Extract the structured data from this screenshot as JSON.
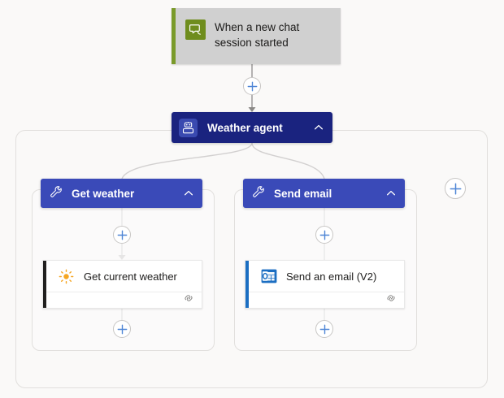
{
  "canvas": {
    "background_color": "#faf9f8",
    "connector_color": "#979593"
  },
  "trigger": {
    "title": "When a new chat session started",
    "icon": "chat-bubble-icon",
    "icon_bg_color": "#6f8d1d",
    "accent_color": "#7a9a2a",
    "card_bg_color": "#d0d0d0"
  },
  "agent": {
    "label": "Weather agent",
    "icon": "robot-icon",
    "collapse_icon": "chevron-up-icon",
    "bg_color": "#1a237f",
    "icon_bg_color": "#3a4ab0"
  },
  "tools": [
    {
      "label": "Get weather",
      "icon": "wrench-icon",
      "collapse_icon": "chevron-up-icon",
      "bg_color": "#3a4ab8",
      "action": {
        "title": "Get current weather",
        "icon": "sun-icon",
        "accent_color": "#201f1e",
        "footer_icon": "connection-icon"
      }
    },
    {
      "label": "Send email",
      "icon": "wrench-icon",
      "collapse_icon": "chevron-up-icon",
      "bg_color": "#3a4ab8",
      "action": {
        "title": "Send an email (V2)",
        "icon": "outlook-icon",
        "accent_color": "#1b6ec2",
        "footer_icon": "connection-icon"
      }
    }
  ],
  "buttons": {
    "add_step_label": "+",
    "add_tool_label": "+",
    "plus_color": "#4f86d6"
  }
}
